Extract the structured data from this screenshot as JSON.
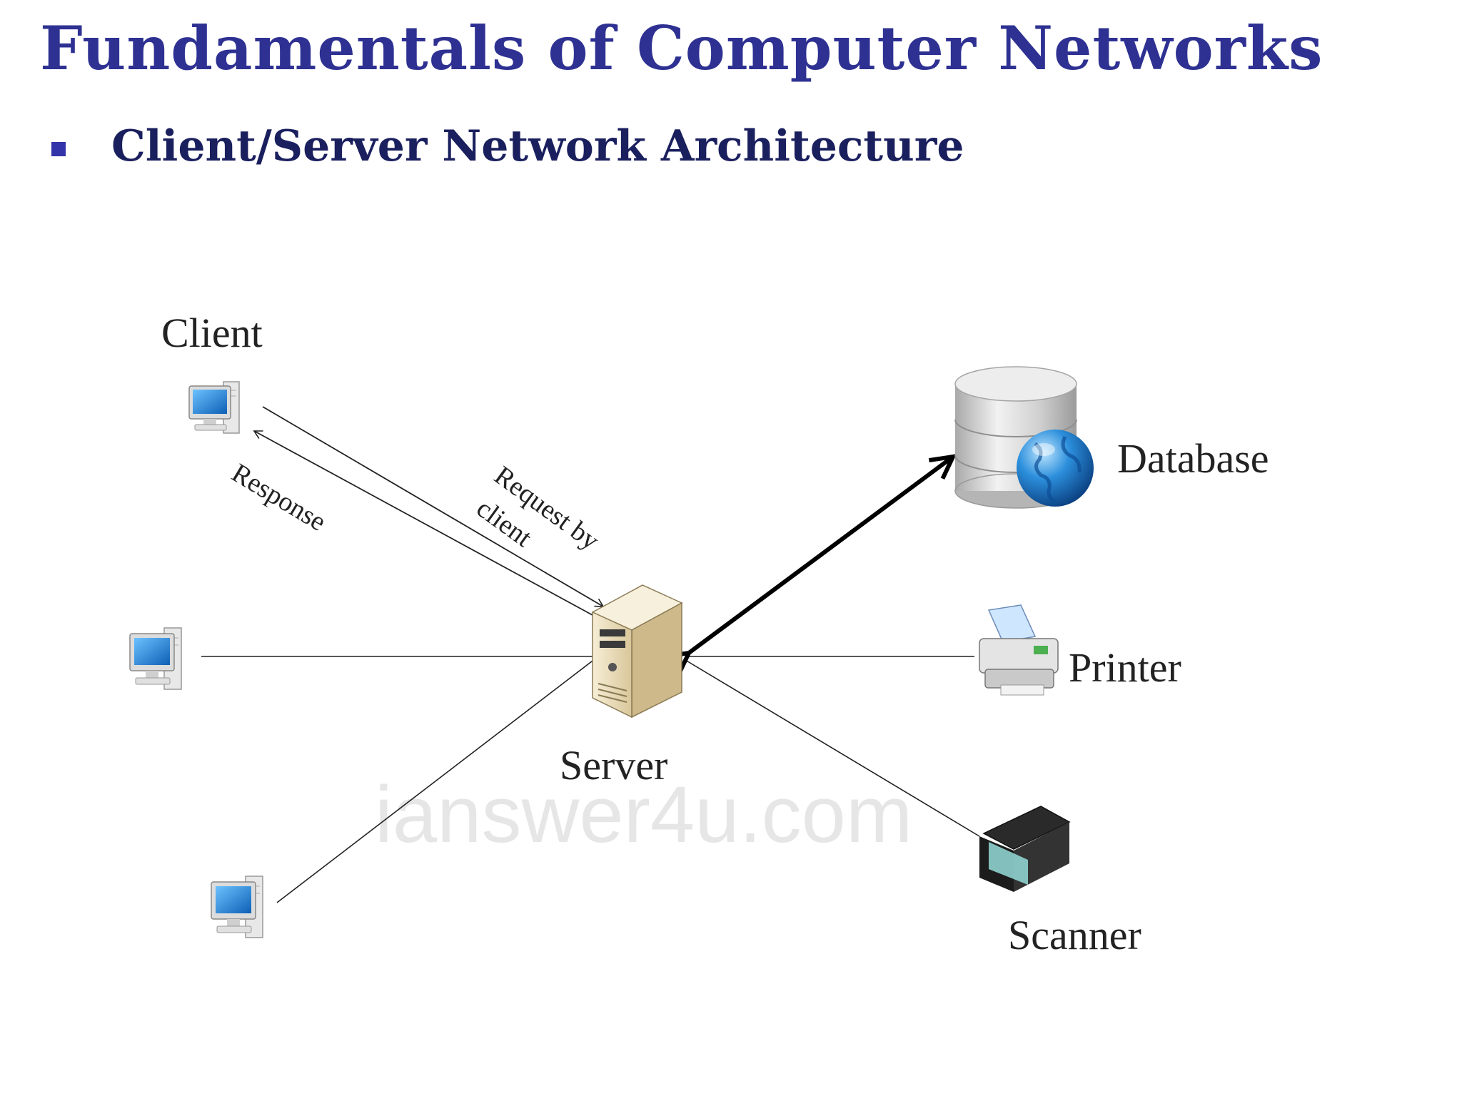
{
  "slide": {
    "title": "Fundamentals of Computer Networks",
    "bullet": "Client/Server Network Architecture"
  },
  "diagram": {
    "labels": {
      "client": "Client",
      "server": "Server",
      "database": "Database",
      "printer": "Printer",
      "scanner": "Scanner",
      "response": "Response",
      "request_line1": "Request by",
      "request_line2": "client"
    },
    "watermark": "ianswer4u.com"
  },
  "colors": {
    "title": "#2e3192",
    "bullet_text": "#1a1f5e",
    "bullet_marker": "#3333aa",
    "monitor_screen": "#1a7fd4",
    "globe": "#1e88d8",
    "server_case": "#e9dcb8"
  },
  "icons": [
    "client-computer-icon",
    "server-icon",
    "database-icon",
    "globe-icon",
    "printer-icon",
    "scanner-icon"
  ]
}
